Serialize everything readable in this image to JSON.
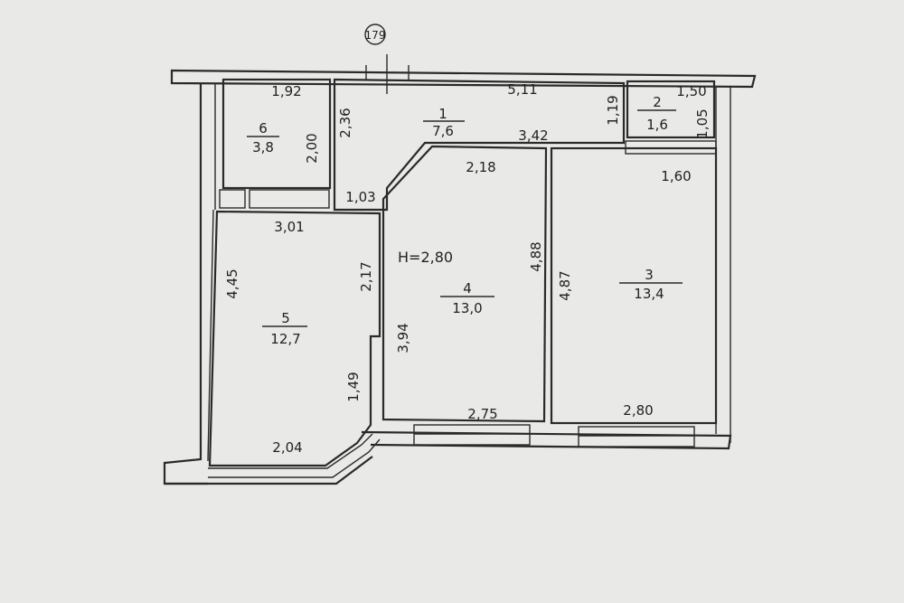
{
  "axis_marker": "179",
  "height_label": "H=2,80",
  "rooms": [
    {
      "id": "1",
      "number": "1",
      "area": "7,6"
    },
    {
      "id": "2",
      "number": "2",
      "area": "1,6"
    },
    {
      "id": "3",
      "number": "3",
      "area": "13,4"
    },
    {
      "id": "4",
      "number": "4",
      "area": "13,0"
    },
    {
      "id": "5",
      "number": "5",
      "area": "12,7"
    },
    {
      "id": "6",
      "number": "6",
      "area": "3,8"
    }
  ],
  "dimensions": {
    "d_1_92": "1,92",
    "d_5_11": "5,11",
    "d_1_50": "1,50",
    "d_2_36": "2,36",
    "d_2_00": "2,00",
    "d_1_19": "1,19",
    "d_1_05": "1,05",
    "d_3_42": "3,42",
    "d_2_18": "2,18",
    "d_1_60": "1,60",
    "d_1_03": "1,03",
    "d_3_01": "3,01",
    "d_4_45": "4,45",
    "d_2_17": "2,17",
    "d_4_88": "4,88",
    "d_4_87": "4,87",
    "d_3_94": "3,94",
    "d_1_49": "1,49",
    "d_2_04": "2,04",
    "d_2_75": "2,75",
    "d_2_80": "2,80"
  }
}
